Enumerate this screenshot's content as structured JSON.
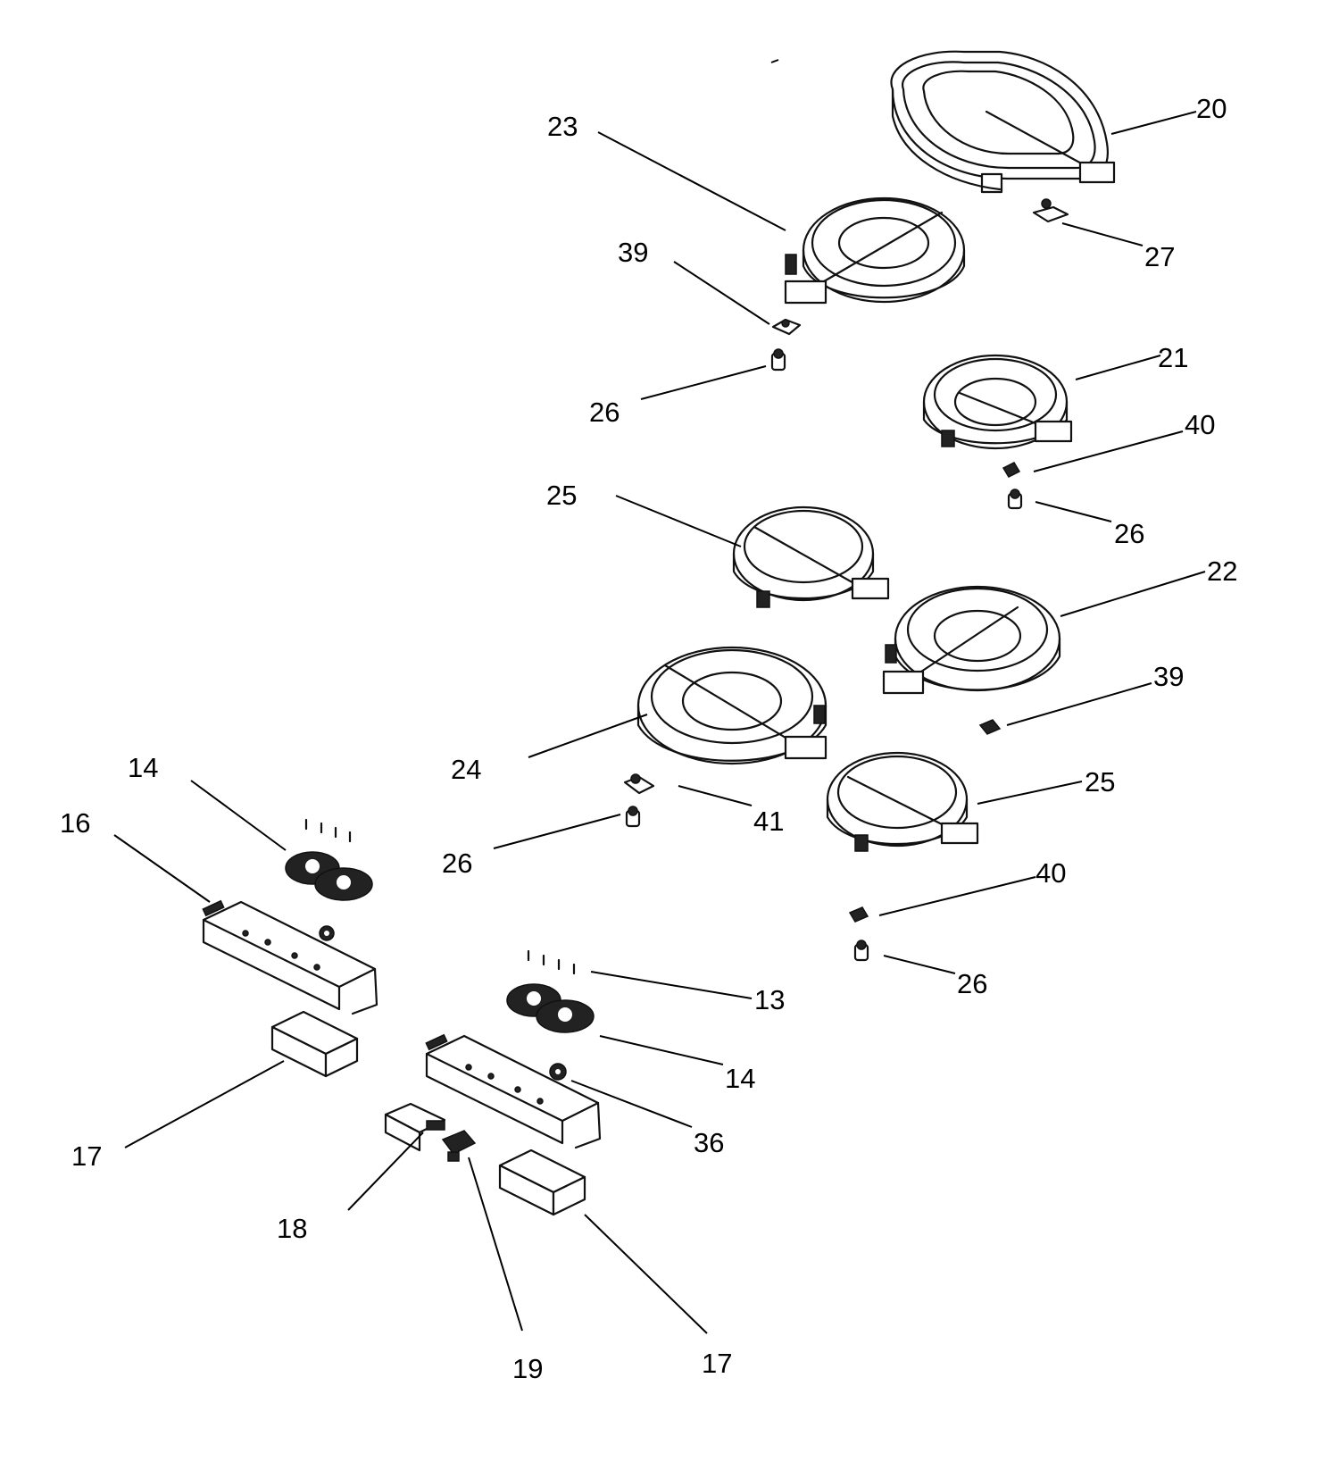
{
  "callouts": [
    {
      "label": "20",
      "part": "oval-element"
    },
    {
      "label": "23",
      "part": "radiant-element"
    },
    {
      "label": "27",
      "part": "limiter"
    },
    {
      "label": "39",
      "part": "limiter"
    },
    {
      "label": "26",
      "part": "terminal"
    },
    {
      "label": "21",
      "part": "radiant-element"
    },
    {
      "label": "40",
      "part": "limiter"
    },
    {
      "label": "26",
      "part": "terminal"
    },
    {
      "label": "25",
      "part": "radiant-element"
    },
    {
      "label": "22",
      "part": "radiant-element"
    },
    {
      "label": "39",
      "part": "limiter"
    },
    {
      "label": "24",
      "part": "radiant-element"
    },
    {
      "label": "41",
      "part": "limiter"
    },
    {
      "label": "26",
      "part": "terminal"
    },
    {
      "label": "25",
      "part": "radiant-element"
    },
    {
      "label": "40",
      "part": "limiter"
    },
    {
      "label": "26",
      "part": "terminal"
    },
    {
      "label": "14",
      "part": "knob-housing"
    },
    {
      "label": "16",
      "part": "control-bracket"
    },
    {
      "label": "13",
      "part": "screw"
    },
    {
      "label": "14",
      "part": "knob-housing"
    },
    {
      "label": "36",
      "part": "grommet"
    },
    {
      "label": "17",
      "part": "switch-block"
    },
    {
      "label": "18",
      "part": "indicator-light"
    },
    {
      "label": "19",
      "part": "connector"
    },
    {
      "label": "17",
      "part": "switch-block"
    }
  ]
}
